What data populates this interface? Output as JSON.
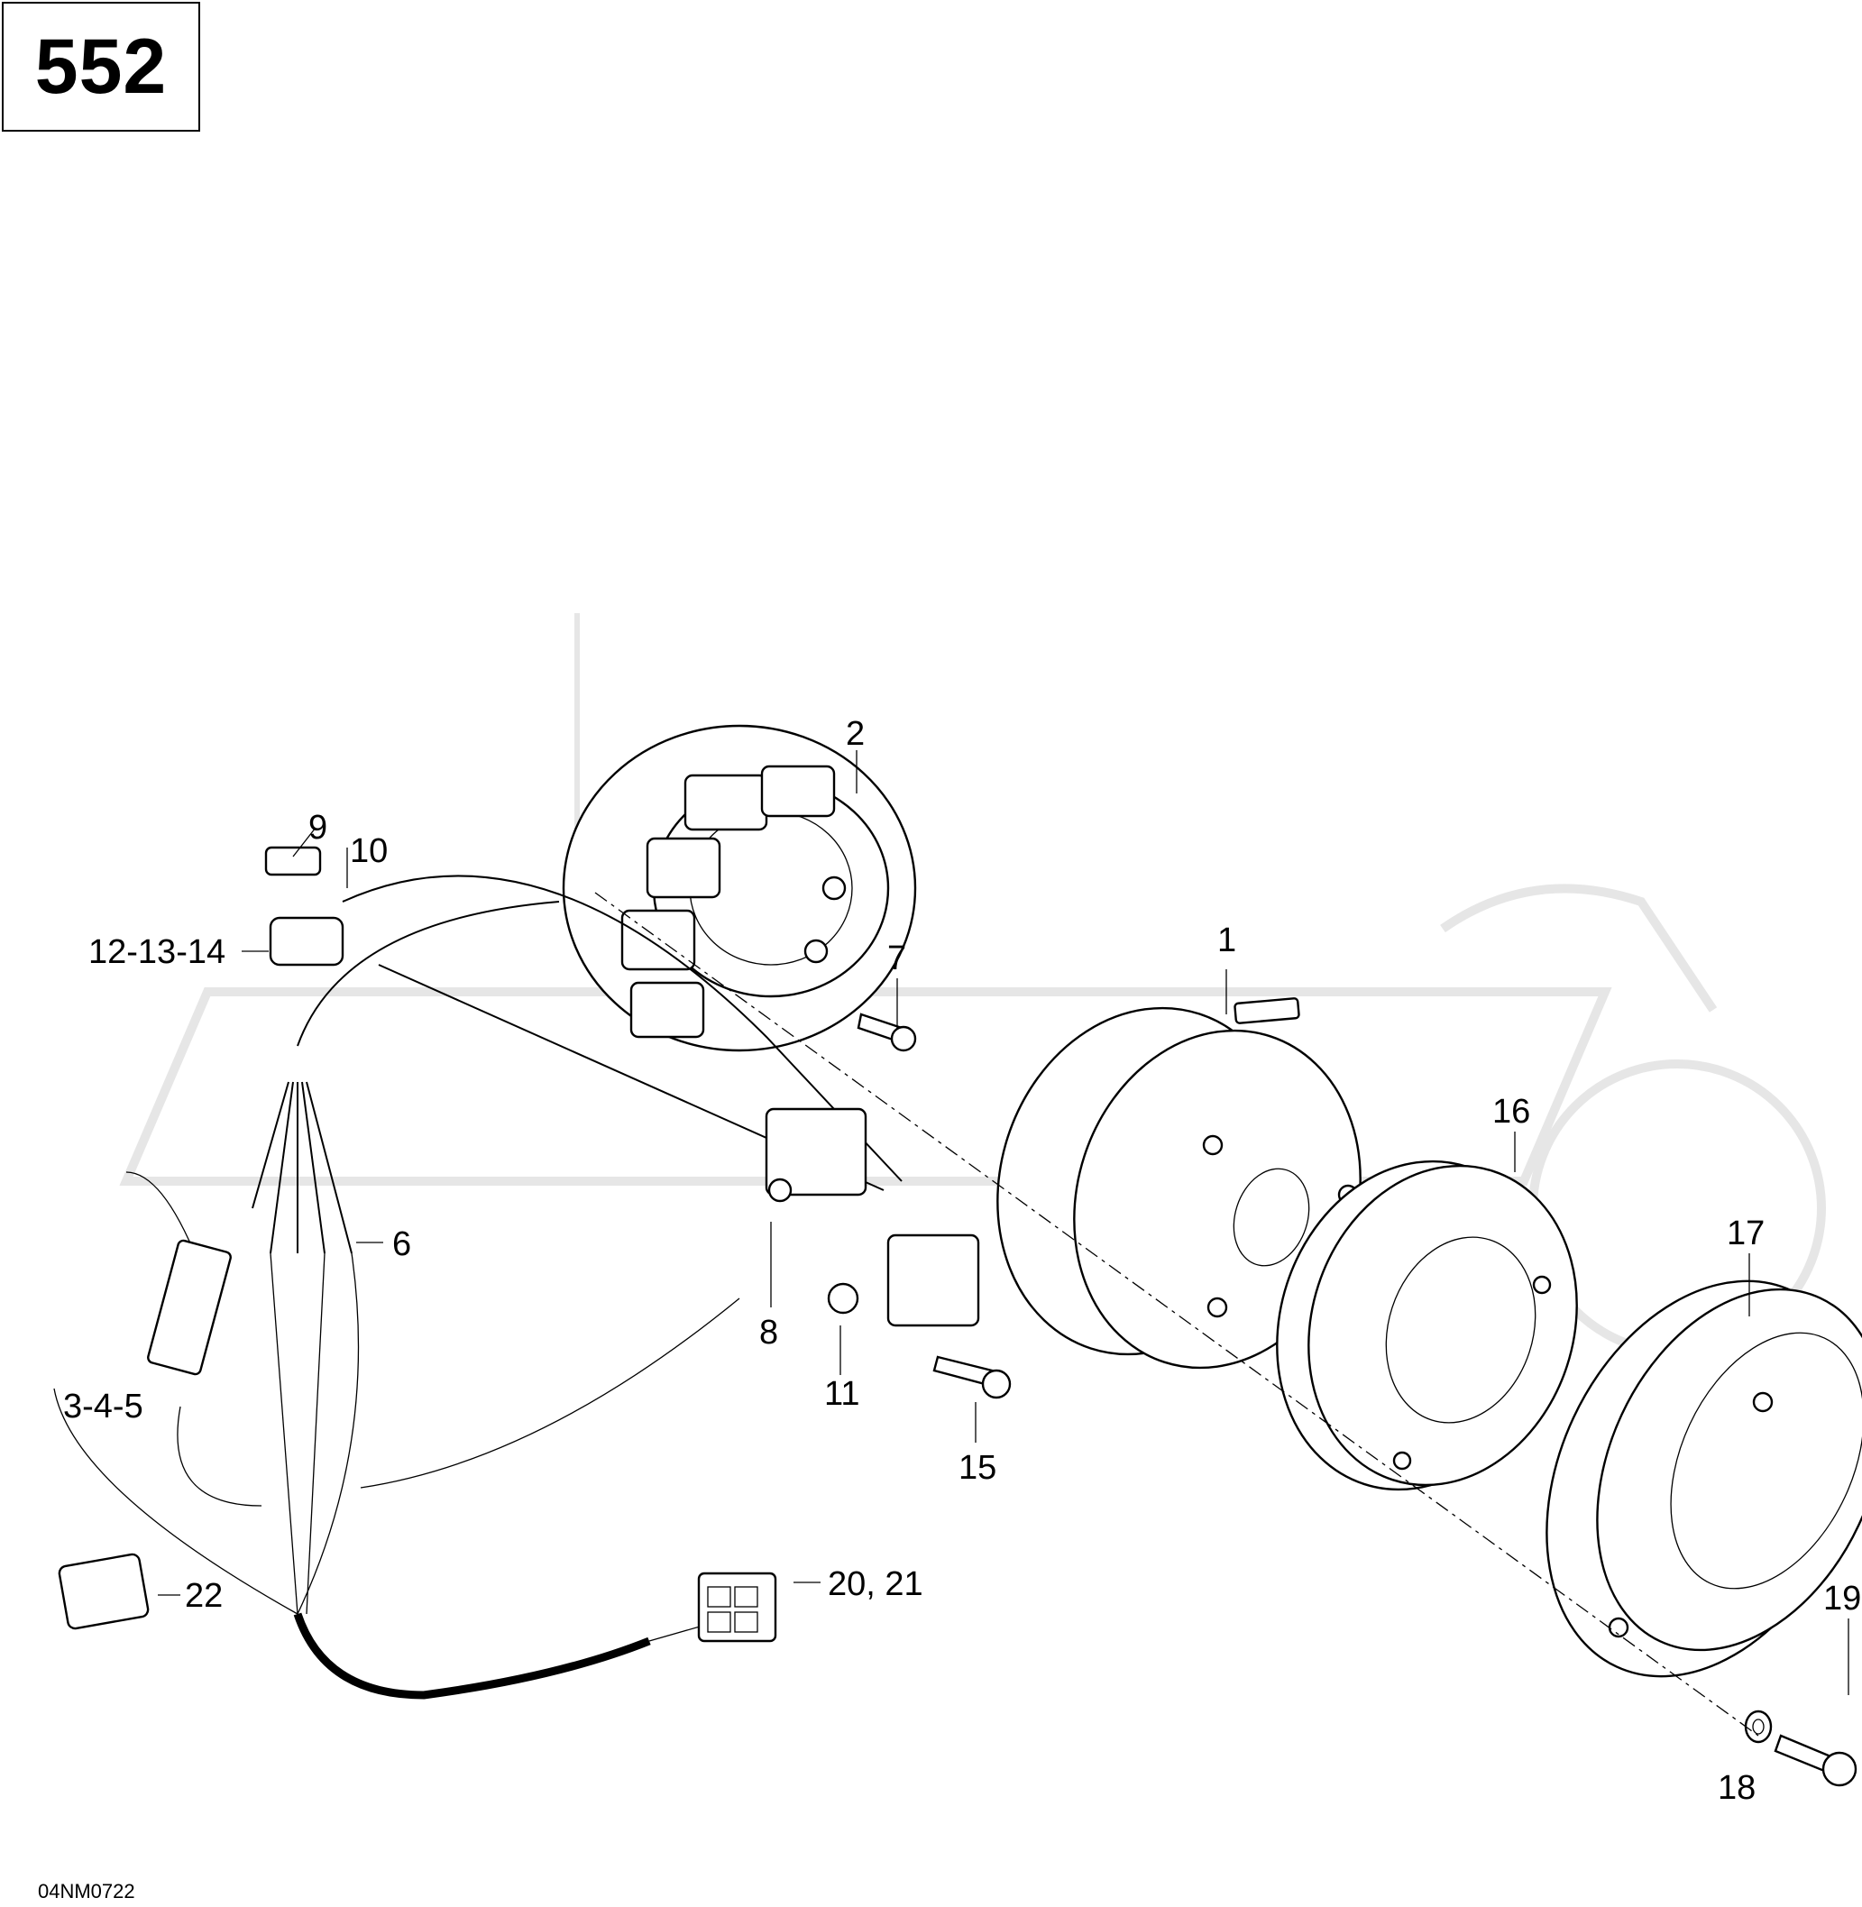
{
  "page_number": "552",
  "drawing_code": "04NM0722",
  "callouts": {
    "c1": "1",
    "c2": "2",
    "c3_4_5": "3-4-5",
    "c6": "6",
    "c7": "7",
    "c8": "8",
    "c9": "9",
    "c10": "10",
    "c11": "11",
    "c12_13_14": "12-13-14",
    "c15": "15",
    "c16": "16",
    "c17": "17",
    "c18": "18",
    "c19": "19",
    "c20_21": "20, 21",
    "c22": "22"
  },
  "colors": {
    "line": "#000000",
    "watermark": "#e6e6e6",
    "background": "#ffffff"
  }
}
